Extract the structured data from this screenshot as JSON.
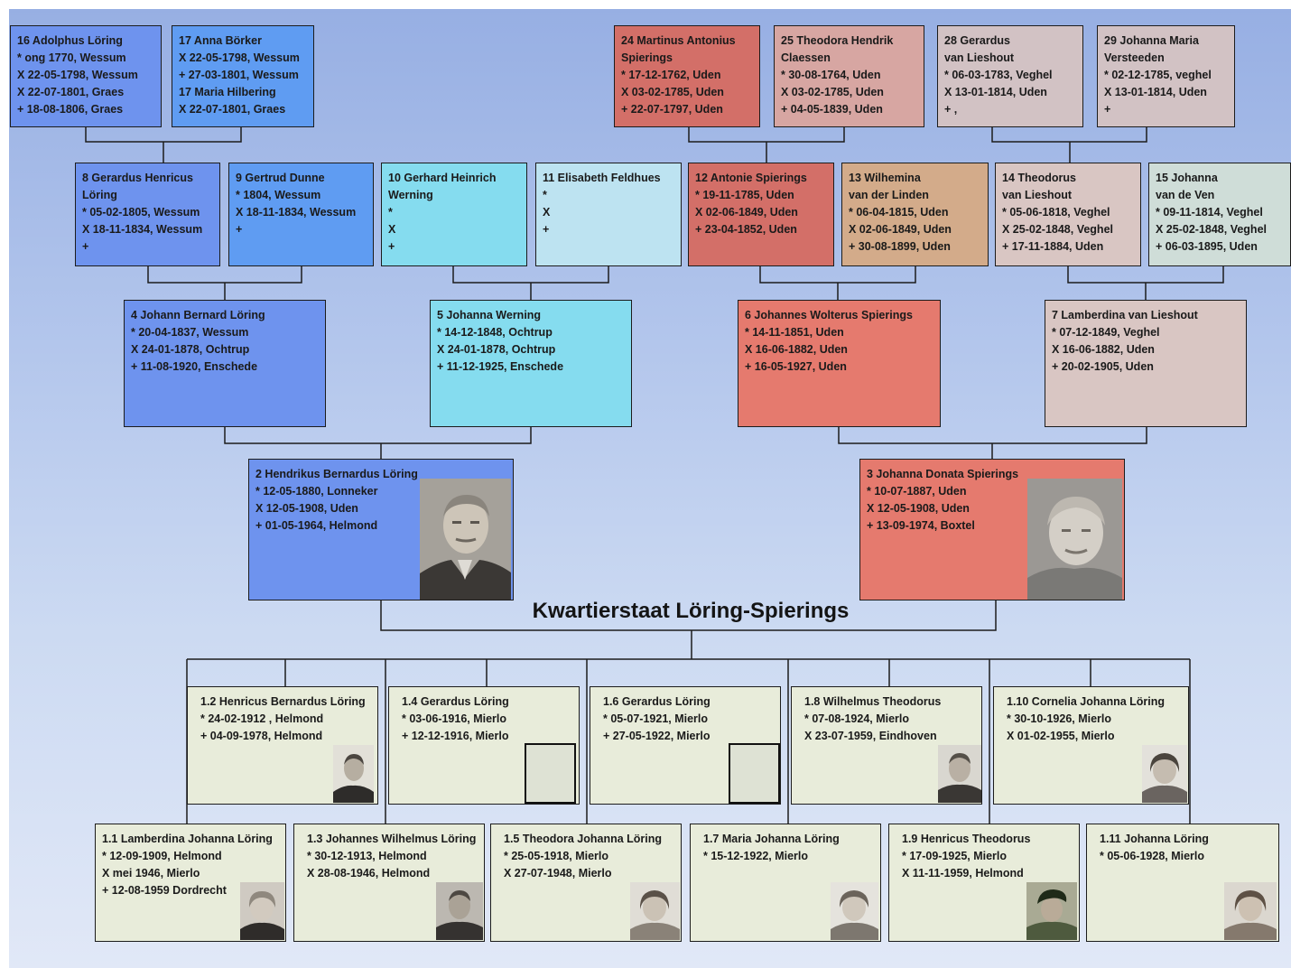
{
  "title": "Kwartierstaat Löring-Spierings",
  "colors": {
    "background_top": "#97afe3",
    "background_bottom": "#e1e8f7",
    "children_box": "#e8ecda",
    "lines": "#1c1c1c"
  },
  "ancestors": {
    "p16": [
      "16 Adolphus Löring",
      "* ong 1770, Wessum",
      "X 22-05-1798, Wessum",
      "X 22-07-1801, Graes",
      "+  18-08-1806, Graes"
    ],
    "p17": [
      "17 Anna Börker",
      "X 22-05-1798, Wessum",
      "+ 27-03-1801, Wessum",
      "17 Maria Hilbering",
      "X 22-07-1801, Graes"
    ],
    "p24": [
      "24 Martinus Antonius",
      "Spierings",
      "* 17-12-1762, Uden",
      "X 03-02-1785, Uden",
      "+ 22-07-1797, Uden"
    ],
    "p25": [
      "25 Theodora Hendrik",
      "Claessen",
      "* 30-08-1764, Uden",
      "X 03-02-1785, Uden",
      "+ 04-05-1839, Uden"
    ],
    "p28": [
      "28 Gerardus",
      "van Lieshout",
      "* 06-03-1783, Veghel",
      "X  13-01-1814, Uden",
      "+ ,"
    ],
    "p29": [
      "29 Johanna Maria",
      "Versteeden",
      "* 02-12-1785, veghel",
      "X 13-01-1814, Uden",
      "+"
    ],
    "p8": [
      "8 Gerardus Henricus",
      "Löring",
      "* 05-02-1805, Wessum",
      "X 18-11-1834, Wessum",
      "+"
    ],
    "p9": [
      "9 Gertrud Dunne",
      "* 1804, Wessum",
      "X 18-11-1834, Wessum",
      "+"
    ],
    "p10": [
      "10 Gerhard Heinrich",
      "Werning",
      "*",
      "X",
      "+"
    ],
    "p11": [
      "11 Elisabeth Feldhues",
      "*",
      "X",
      "+"
    ],
    "p12": [
      "12 Antonie Spierings",
      "* 19-11-1785, Uden",
      "X 02-06-1849, Uden",
      "+ 23-04-1852, Uden"
    ],
    "p13": [
      "13 Wilhemina",
      "van der Linden",
      "* 06-04-1815, Uden",
      "X 02-06-1849, Uden",
      "+ 30-08-1899, Uden"
    ],
    "p14": [
      "14 Theodorus",
      "van Lieshout",
      "* 05-06-1818, Veghel",
      "X 25-02-1848, Veghel",
      "+ 17-11-1884, Uden"
    ],
    "p15": [
      "15 Johanna",
      "van de Ven",
      "* 09-11-1814, Veghel",
      "X 25-02-1848, Veghel",
      "+ 06-03-1895, Uden"
    ],
    "p4": [
      "4 Johann Bernard Löring",
      "* 20-04-1837, Wessum",
      "X 24-01-1878, Ochtrup",
      "+ 11-08-1920, Enschede"
    ],
    "p5": [
      "5 Johanna Werning",
      "* 14-12-1848, Ochtrup",
      "X 24-01-1878, Ochtrup",
      "+ 11-12-1925, Enschede"
    ],
    "p6": [
      "6 Johannes Wolterus Spierings",
      "* 14-11-1851, Uden",
      "X 16-06-1882, Uden",
      "+ 16-05-1927, Uden"
    ],
    "p7": [
      "7 Lamberdina van Lieshout",
      "* 07-12-1849, Veghel",
      "X 16-06-1882, Uden",
      "+ 20-02-1905, Uden"
    ],
    "p2": [
      "2 Hendrikus Bernardus Löring",
      "* 12-05-1880, Lonneker",
      "X 12-05-1908, Uden",
      "+ 01-05-1964, Helmond"
    ],
    "p3": [
      "3 Johanna Donata Spierings",
      "* 10-07-1887, Uden",
      "X 12-05-1908, Uden",
      "+ 13-09-1974, Boxtel"
    ]
  },
  "children": {
    "c1_2": [
      "1.2 Henricus Bernardus Löring",
      "* 24-02-1912 , Helmond",
      "+ 04-09-1978, Helmond"
    ],
    "c1_4": [
      "1.4 Gerardus Löring",
      "* 03-06-1916, Mierlo",
      "+ 12-12-1916, Mierlo"
    ],
    "c1_6": [
      "1.6 Gerardus Löring",
      "* 05-07-1921, Mierlo",
      "+ 27-05-1922, Mierlo"
    ],
    "c1_8": [
      "1.8 Wilhelmus Theodorus",
      "* 07-08-1924, Mierlo",
      "X 23-07-1959, Eindhoven"
    ],
    "c1_10": [
      "1.10 Cornelia Johanna Löring",
      "* 30-10-1926, Mierlo",
      "X 01-02-1955, Mierlo"
    ],
    "c1_1": [
      "1.1 Lamberdina Johanna Löring",
      "* 12-09-1909, Helmond",
      "X  mei 1946, Mierlo",
      "+ 12-08-1959 Dordrecht"
    ],
    "c1_3": [
      "1.3 Johannes Wilhelmus Löring",
      "* 30-12-1913, Helmond",
      "X 28-08-1946,  Helmond"
    ],
    "c1_5": [
      "1.5 Theodora Johanna Löring",
      "* 25-05-1918, Mierlo",
      "X 27-07-1948, Mierlo"
    ],
    "c1_7": [
      "1.7 Maria Johanna Löring",
      "* 15-12-1922, Mierlo"
    ],
    "c1_9": [
      "1.9 Henricus Theodorus",
      "* 17-09-1925, Mierlo",
      "X 11-11-1959, Helmond"
    ],
    "c1_11": [
      "1.11 Johanna Löring",
      "* 05-06-1928, Mierlo"
    ]
  }
}
